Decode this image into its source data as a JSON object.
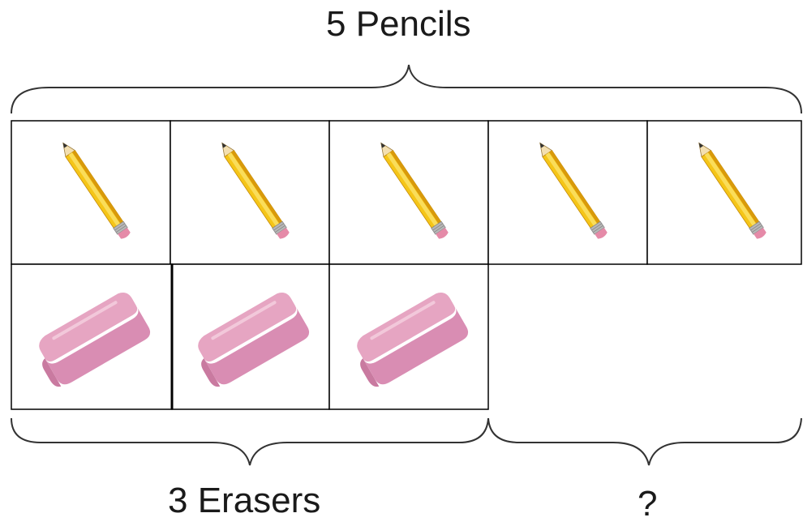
{
  "diagram": {
    "top_label": "5 Pencils",
    "bottom_left_label": "3 Erasers",
    "bottom_right_label": "?",
    "pencil_count": 5,
    "eraser_count": 3,
    "icons": {
      "pencil": "pencil-icon",
      "eraser": "eraser-icon"
    },
    "colors": {
      "pencil_body": "#f5c518",
      "pencil_stripe": "#d99a0a",
      "pencil_wood": "#f3dfb0",
      "pencil_lead": "#333333",
      "pencil_ferrule": "#b8b8b8",
      "pencil_eraser": "#e58aa8",
      "eraser_top": "#e8a9c4",
      "eraser_side": "#c97aa0",
      "eraser_front": "#d98db3",
      "line": "#000000",
      "brace": "#333333"
    }
  }
}
